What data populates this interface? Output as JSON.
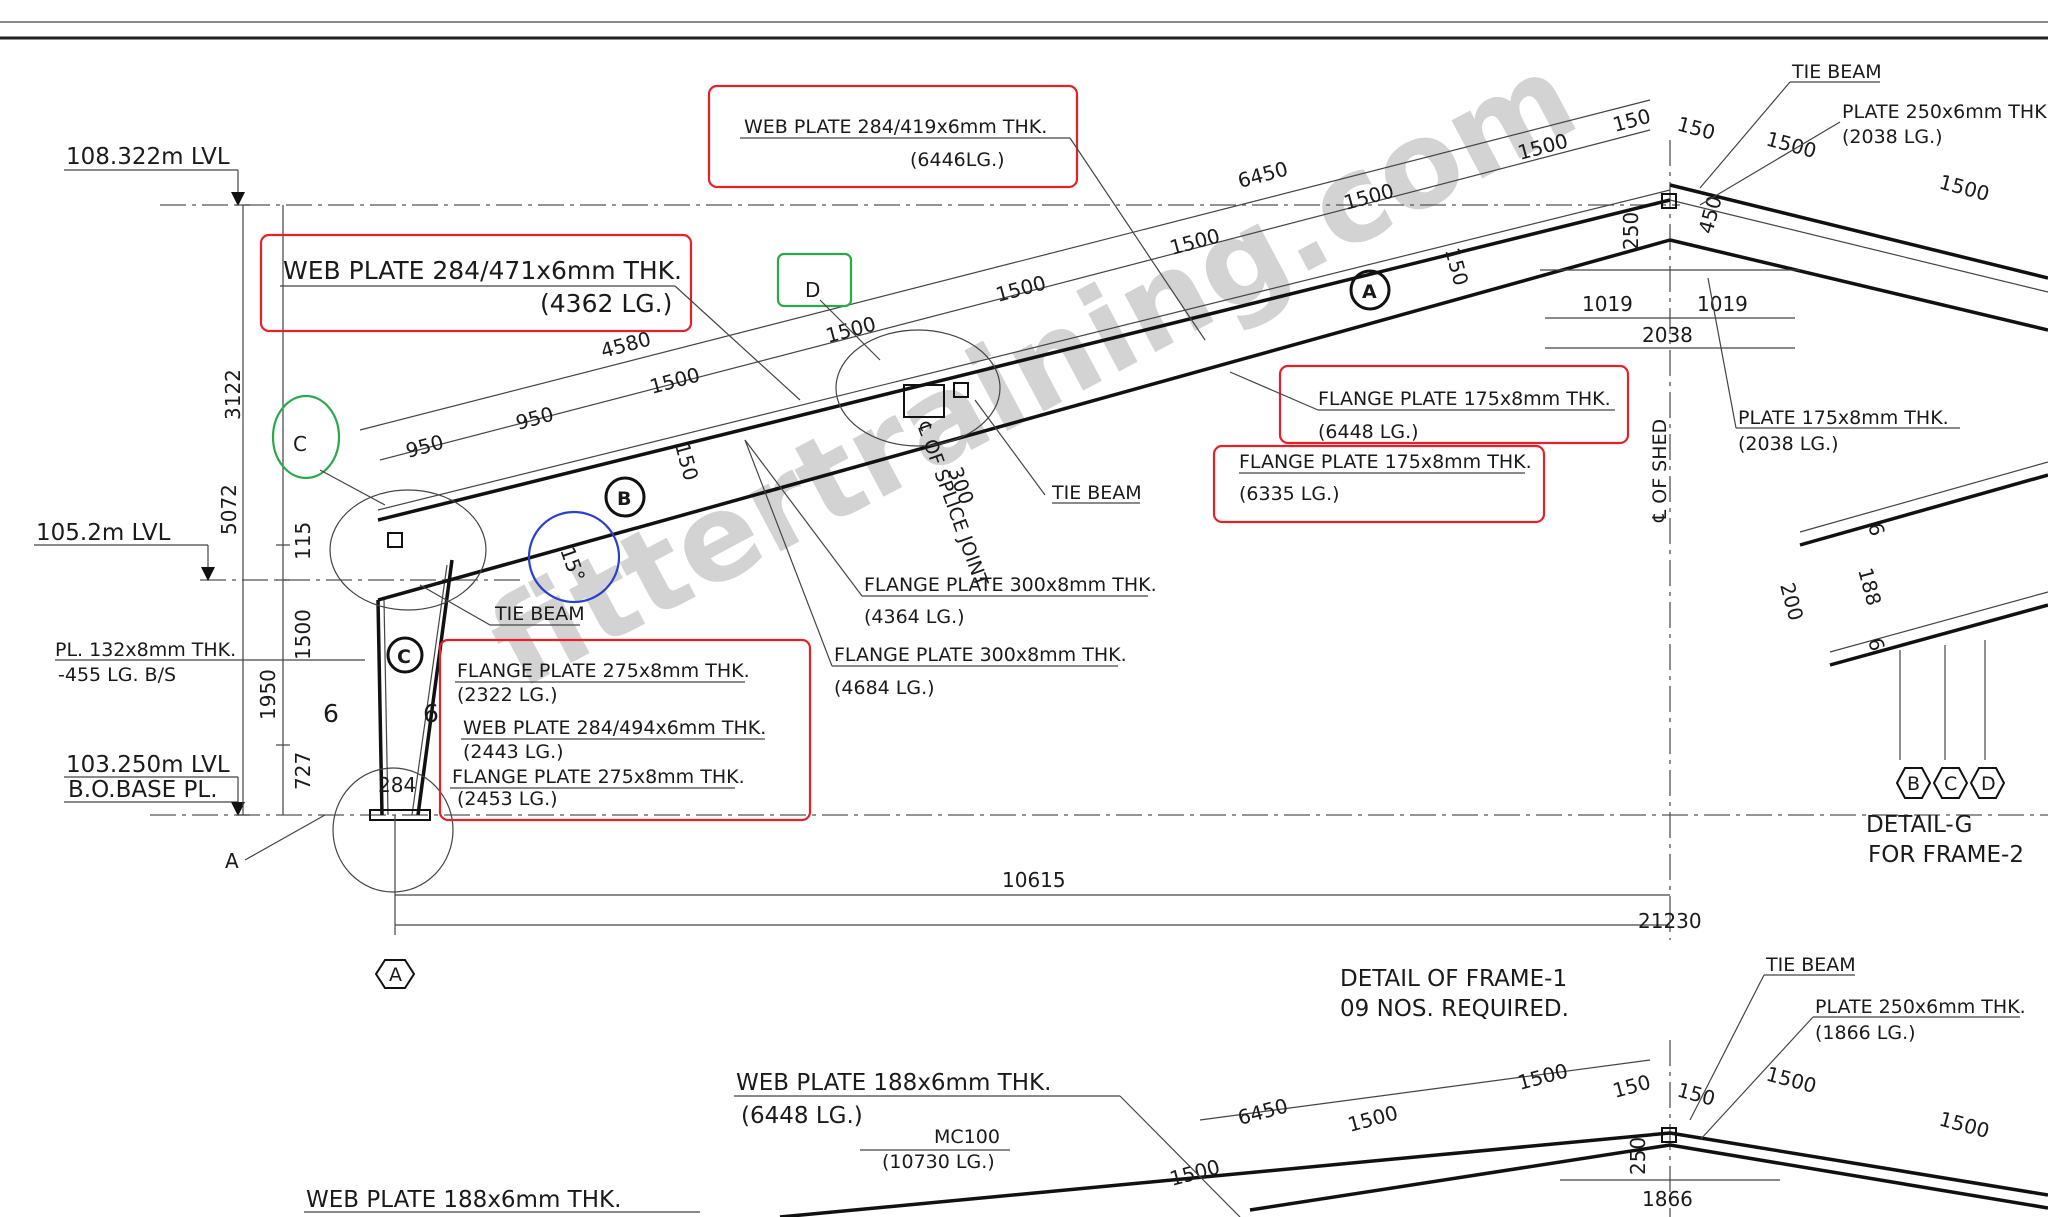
{
  "watermark": "fittertraining.com",
  "levels": {
    "top": "108.322m  LVL",
    "mid": "105.2m  LVL",
    "bottom": "103.250m  LVL",
    "base": "B.O.BASE  PL."
  },
  "callouts": {
    "web_plate_ridge": "WEB  PLATE  284/419x6mm  THK.",
    "web_plate_ridge_len": "(6446LG.)",
    "web_plate_rafter": "WEB  PLATE  284/471x6mm  THK.",
    "web_plate_rafter_len": "(4362  LG.)",
    "flange_a1": "FLANGE  PLATE  175x8mm  THK.",
    "flange_a1_len": "(6448  LG.)",
    "flange_a2": "FLANGE  PLATE  175x8mm  THK.",
    "flange_a2_len": "(6335  LG.)",
    "flange_b1": "FLANGE  PLATE  300x8mm  THK.",
    "flange_b1_len": "(4364  LG.)",
    "flange_b2": "FLANGE  PLATE  300x8mm  THK.",
    "flange_b2_len": "(4684  LG.)",
    "col_flange1": "FLANGE  PLATE  275x8mm  THK.",
    "col_flange1_len": "(2322  LG.)",
    "col_web": "WEB  PLATE  284/494x6mm  THK.",
    "col_web_len": "(2443  LG.)",
    "col_flange2": "FLANGE  PLATE  275x8mm  THK.",
    "col_flange2_len": "(2453  LG.)",
    "pl_note1": "PL.  132x8mm  THK.",
    "pl_note2": "-455  LG.  B/S",
    "tie_beam": "TIE  BEAM",
    "plate_250": "PLATE  250x6mm  THK.",
    "plate_250_len": "(2038  LG.)",
    "plate_175": "PLATE  175x8mm  THK.",
    "plate_175_len": "(2038  LG.)",
    "splice_joint": "℄ OF SPLICE JOINT",
    "cl_shed": "℄  OF  SHED"
  },
  "dimensions": {
    "d6450": "6450",
    "d1500": "1500",
    "d150": "150",
    "d4580": "4580",
    "d950": "950",
    "d3122": "3122",
    "d5072": "5072",
    "d115": "115",
    "d1950": "1950",
    "d727": "727",
    "d284": "284",
    "d300": "300",
    "d250": "250",
    "d450": "450",
    "d1019": "1019",
    "d2038": "2038",
    "d10615": "10615",
    "d21230": "21230",
    "d15deg": "15°",
    "d6": "6",
    "d188": "188",
    "d200": "200",
    "d1866": "1866"
  },
  "markers": {
    "A": "A",
    "B": "B",
    "C": "C",
    "D": "D"
  },
  "details": {
    "detail_g": "DETAIL-G",
    "for_frame2": "FOR FRAME-2",
    "frame1_title": "DETAIL  OF  FRAME-1",
    "frame1_qty": "09 NOS. REQUIRED."
  },
  "frame2": {
    "web_plate": "WEB  PLATE  188x6mm  THK.",
    "web_plate_len": "(6448  LG.)",
    "mc100": "MC100",
    "mc100_len": "(10730  LG.)",
    "web_plate_2": "WEB  PLATE  188x6mm  THK.",
    "plate_250": "PLATE  250x6mm  THK.",
    "plate_250_len": "(1866  LG.)"
  }
}
